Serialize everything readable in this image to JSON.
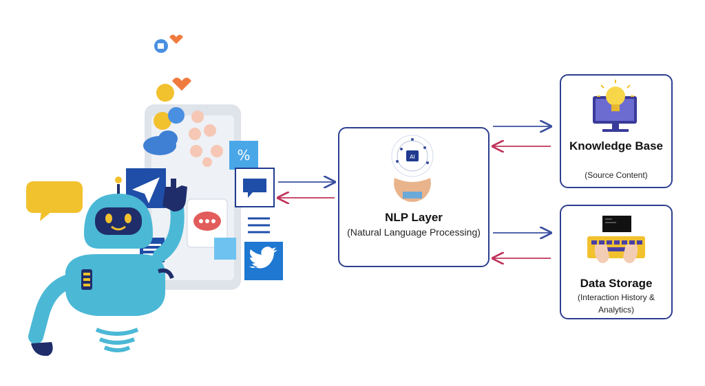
{
  "nlp": {
    "title": "NLP Layer",
    "subtitle": "(Natural Language Processing)",
    "icon": "ai-brain-hand-icon"
  },
  "knowledge_base": {
    "title": "Knowledge Base",
    "subtitle": "(Source Content)",
    "icon": "lightbulb-monitor-icon"
  },
  "data_storage": {
    "title": "Data Storage",
    "subtitle": "(Interaction History & Analytics)",
    "icon": "keyboard-typing-icon"
  },
  "colors": {
    "border": "#2c3e8f",
    "arrow_out": "#3a4fa0",
    "arrow_in": "#c0325a",
    "robot": "#4bb8d6",
    "accent_yellow": "#f2c12e",
    "heart": "#f07b3f"
  }
}
